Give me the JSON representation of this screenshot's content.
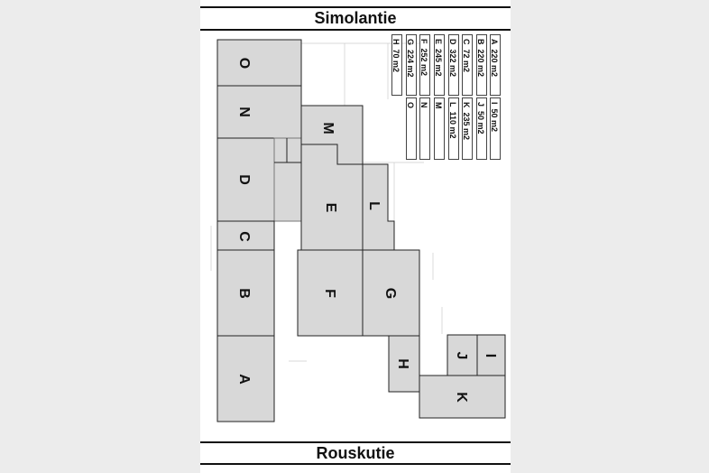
{
  "header": {
    "title": "Simolantie"
  },
  "footer": {
    "title": "Rouskutie"
  },
  "rooms": [
    "A",
    "B",
    "C",
    "D",
    "E",
    "F",
    "G",
    "H",
    "I",
    "J",
    "K",
    "L",
    "M",
    "N",
    "O"
  ],
  "legend": {
    "top": [
      {
        "room": "A",
        "area": "220 m2"
      },
      {
        "room": "B",
        "area": "220 m2"
      },
      {
        "room": "C",
        "area": "72 m2"
      },
      {
        "room": "D",
        "area": "322 m2"
      },
      {
        "room": "E",
        "area": "245 m2"
      },
      {
        "room": "F",
        "area": "252 m2"
      },
      {
        "room": "G",
        "area": "224 m2"
      },
      {
        "room": "H",
        "area": "70 m2"
      }
    ],
    "bottom": [
      {
        "room": "I",
        "area": "50 m2"
      },
      {
        "room": "J",
        "area": "50 m2"
      },
      {
        "room": "K",
        "area": "235 m2"
      },
      {
        "room": "L",
        "area": "110 m2"
      },
      {
        "room": "M",
        "area": ""
      },
      {
        "room": "N",
        "area": ""
      },
      {
        "room": "O",
        "area": ""
      }
    ]
  }
}
